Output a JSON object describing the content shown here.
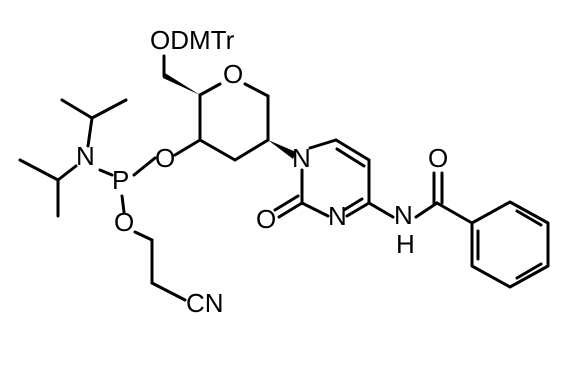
{
  "labels": {
    "odmtr": "ODMTr",
    "ring_o": "O",
    "o3": "O",
    "p": "P",
    "n_amine": "N",
    "o_cyano": "O",
    "cn": "CN",
    "n1": "N",
    "n3": "N",
    "o_carbonyl": "O",
    "nh_n": "N",
    "nh_h": "H",
    "o_benzoyl": "O"
  },
  "colors": {
    "ink": "#000000",
    "background": "#ffffff"
  }
}
